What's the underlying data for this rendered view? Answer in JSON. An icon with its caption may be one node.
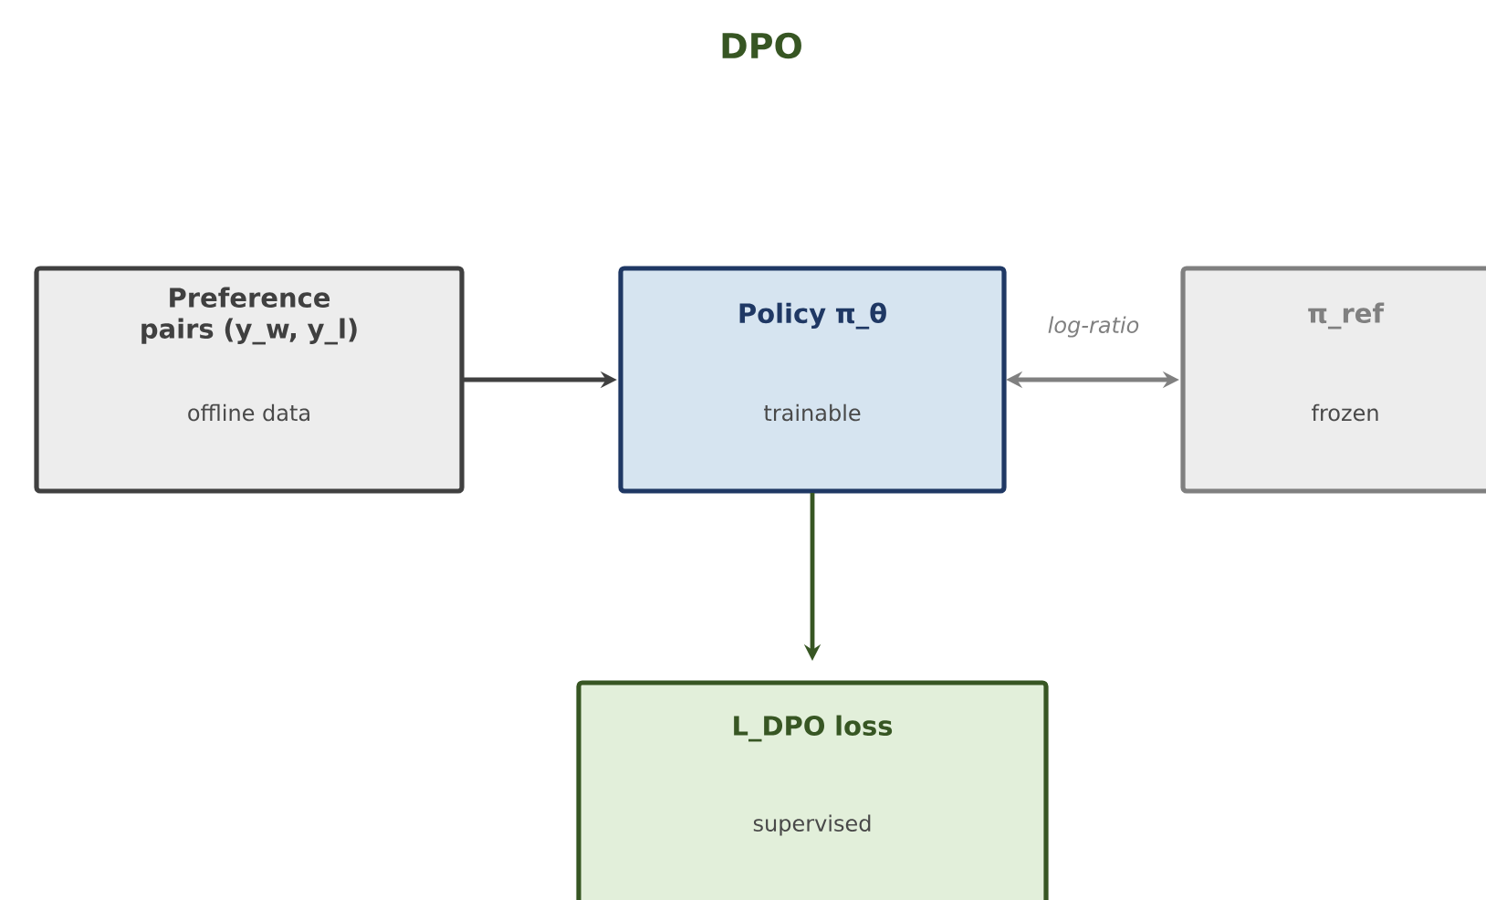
{
  "diagram": {
    "title": "DPO",
    "nodes": [
      {
        "text": [
          "Preference pairs (y_w, y_l)",
          "offline data"
        ]
      },
      {
        "text": [
          "Policy π_θ",
          "trainable"
        ]
      },
      {
        "text": [
          "π_ref",
          "frozen"
        ]
      },
      {
        "text": [
          "L_DPO loss",
          "supervised"
        ]
      }
    ],
    "edges": [
      {
        "from": 0,
        "to": 1,
        "arrow": "to",
        "color": "#404040"
      },
      {
        "from": 1,
        "to": 2,
        "arrow": "both",
        "label": "log-ratio",
        "color": "#808080"
      },
      {
        "from": 1,
        "to": 3,
        "arrow": "to",
        "color": "#375623"
      }
    ]
  }
}
